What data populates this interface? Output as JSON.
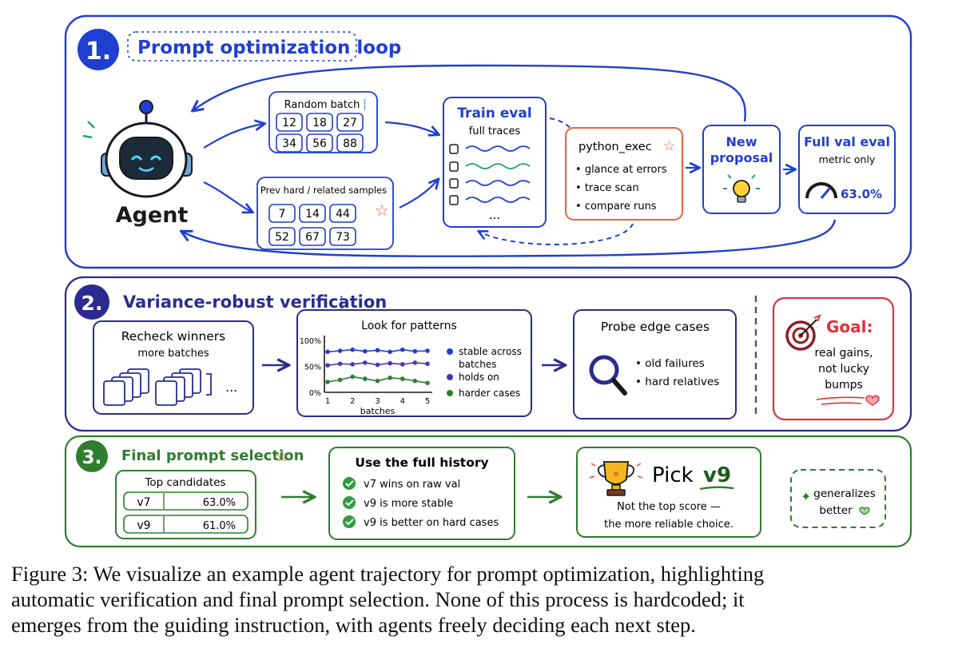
{
  "colors": {
    "blue": "#1f3fd1",
    "navy": "#2b2b8f",
    "orange": "#e8643a",
    "green": "#2f7d2f",
    "red": "#e0323a",
    "teal": "#2a9d7a",
    "purple": "#4a35b0",
    "ink": "#1a1a1a"
  },
  "panel1": {
    "number": "1.",
    "title": "Prompt optimization loop",
    "agent_label": "Agent",
    "random_batch": {
      "title": "Random batch",
      "items": [
        "12",
        "18",
        "27",
        "34",
        "56",
        "88"
      ]
    },
    "prev_hard": {
      "title": "Prev hard / related samples",
      "items": [
        "7",
        "14",
        "44",
        "52",
        "67",
        "73"
      ]
    },
    "train_eval": {
      "title": "Train eval",
      "subtitle": "full traces",
      "more": "..."
    },
    "python_exec": {
      "title": "python_exec",
      "items": [
        "glance at errors",
        "trace scan",
        "compare runs"
      ]
    },
    "new_proposal": {
      "line1": "New",
      "line2": "proposal"
    },
    "full_val": {
      "title": "Full val eval",
      "subtitle": "metric only",
      "value": "63.0%"
    }
  },
  "panel2": {
    "number": "2.",
    "title": "Variance-robust verification",
    "recheck": {
      "title": "Recheck winners",
      "subtitle": "more batches",
      "more": "..."
    },
    "patterns": {
      "title": "Look for patterns",
      "legend": [
        "stable across",
        "batches",
        "holds on",
        "harder cases"
      ]
    },
    "probe": {
      "title": "Probe edge cases",
      "items": [
        "old failures",
        "hard relatives"
      ]
    },
    "goal": {
      "title": "Goal:",
      "lines": [
        "real gains,",
        "not lucky",
        "bumps"
      ]
    }
  },
  "chart_data": {
    "type": "line",
    "title": "Look for patterns",
    "xlabel": "batches",
    "ylabel": "",
    "x": [
      1,
      1.5,
      2,
      2.5,
      3,
      3.5,
      4,
      4.5,
      5
    ],
    "x_ticks": [
      "1",
      "2",
      "3",
      "4",
      "5"
    ],
    "y_ticks": [
      "0%",
      "50%",
      "100%"
    ],
    "ylim": [
      0,
      100
    ],
    "grid": false,
    "legend_position": "right",
    "series": [
      {
        "color": "#1f3fd1",
        "values": [
          78,
          80,
          82,
          79,
          81,
          78,
          82,
          79,
          80
        ]
      },
      {
        "color": "#4a35b0",
        "values": [
          52,
          55,
          54,
          57,
          53,
          56,
          54,
          57,
          55
        ]
      },
      {
        "color": "#2f7d2f",
        "values": [
          20,
          24,
          30,
          26,
          22,
          28,
          26,
          22,
          18
        ]
      }
    ]
  },
  "panel3": {
    "number": "3.",
    "title": "Final prompt selection",
    "top_candidates": {
      "title": "Top candidates",
      "rows": [
        {
          "name": "v7",
          "score": "63.0%"
        },
        {
          "name": "v9",
          "score": "61.0%"
        }
      ]
    },
    "history": {
      "title": "Use the full history",
      "items": [
        "v7 wins on raw val",
        "v9 is more stable",
        "v9 is better on hard cases"
      ]
    },
    "pick": {
      "prefix": "Pick",
      "version": "v9",
      "caption1": "Not the top score —",
      "caption2": "the more reliable choice."
    },
    "generalizes": {
      "line1": "generalizes",
      "line2": "better"
    }
  },
  "caption": {
    "line1": "Figure 3: We visualize an example agent trajectory for prompt optimization, highlighting",
    "line2": "automatic verification and final prompt selection.  None of this process is hardcoded; it",
    "line3": "emerges from the guiding instruction, with agents freely deciding each next step."
  }
}
